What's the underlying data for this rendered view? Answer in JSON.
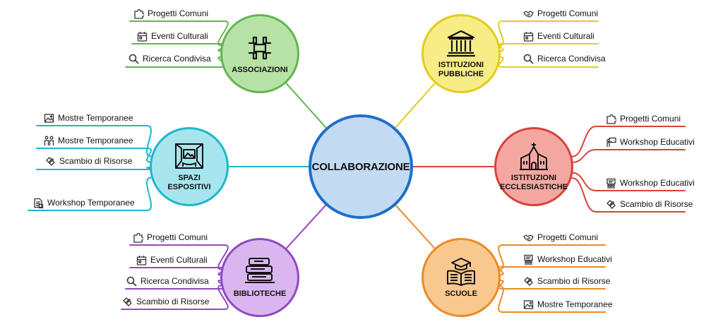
{
  "center": {
    "label": "COLLABORAZIONE",
    "fill": "#c3daf3",
    "stroke": "#1f6fc9"
  },
  "nodes": {
    "associazioni": {
      "label": "ASSOCIAZIONI",
      "color": "#63b64f",
      "fill": "#b7e2a6",
      "icon": "hands-together-icon",
      "leaves": [
        {
          "label": "Progetti Comuni",
          "icon": "puzzle-icon"
        },
        {
          "label": "Eventi Culturali",
          "icon": "calendar-icon"
        },
        {
          "label": "Ricerca Condivisa",
          "icon": "magnifier-icon"
        }
      ]
    },
    "istituzioni_pubbliche": {
      "label": "ISTITUZIONI\nPUBBLICHE",
      "color": "#e3cc1f",
      "fill": "#f7ec86",
      "icon": "government-building-icon",
      "leaves": [
        {
          "label": "Progetti Comuni",
          "icon": "handshake-icon"
        },
        {
          "label": "Eventi Culturali",
          "icon": "calendar-icon"
        },
        {
          "label": "Ricerca Condivisa",
          "icon": "magnifier-icon"
        }
      ]
    },
    "spazi_espositivi": {
      "label": "SPAZI\nESPOSITIVI",
      "color": "#1eb7c9",
      "fill": "#a7e5ee",
      "icon": "gallery-icon",
      "leaves": [
        {
          "label": "Mostre Temporanee",
          "icon": "picture-icon"
        },
        {
          "label": "Mostre Temporanee",
          "icon": "people-icon"
        },
        {
          "label": "Scambio di Risorse",
          "icon": "exchange-icon"
        },
        {
          "label": "Workshop Temporanee",
          "icon": "document-icon"
        }
      ]
    },
    "istituzioni_ecclesiastiche": {
      "label": "ISTITUZIONI\nECCLESIASTICHE",
      "color": "#d6443b",
      "fill": "#f4a7a1",
      "icon": "church-icon",
      "leaves": [
        {
          "label": "Progetti Comuni",
          "icon": "puzzle-icon"
        },
        {
          "label": "Workshop Educativi",
          "icon": "presenter-icon"
        },
        {
          "label": "Workshop Educativi",
          "icon": "classroom-icon"
        },
        {
          "label": "Scambio di Risorse",
          "icon": "exchange-icon"
        }
      ]
    },
    "biblioteche": {
      "label": "BIBLIOTECHE",
      "color": "#9249c4",
      "fill": "#d9b6ee",
      "icon": "books-icon",
      "leaves": [
        {
          "label": "Progetti Comuni",
          "icon": "puzzle-icon"
        },
        {
          "label": "Eventi Culturali",
          "icon": "calendar-icon"
        },
        {
          "label": "Ricerca Condivisa",
          "icon": "magnifier-icon"
        },
        {
          "label": "Scambio di Risorse",
          "icon": "exchange-icon"
        }
      ]
    },
    "scuole": {
      "label": "SCUOLE",
      "color": "#ec8a27",
      "fill": "#f9c88e",
      "icon": "open-book-graduation-icon",
      "leaves": [
        {
          "label": "Progetti Comuni",
          "icon": "handshake-icon"
        },
        {
          "label": "Workshop Educativi",
          "icon": "classroom-icon"
        },
        {
          "label": "Scambio di Risorse",
          "icon": "exchange-icon"
        },
        {
          "label": "Mostre Temporanee",
          "icon": "picture-icon"
        }
      ]
    }
  }
}
